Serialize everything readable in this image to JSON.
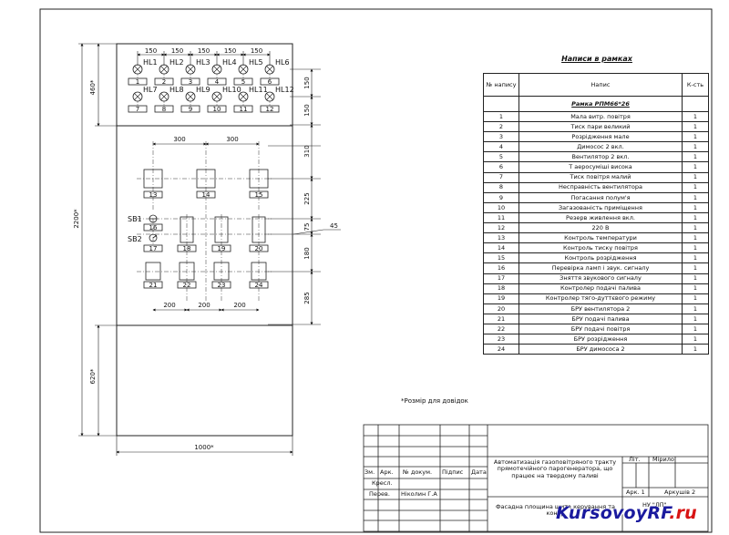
{
  "panel": {
    "dimensions": {
      "top_section": "460*",
      "bottom_section": "620*",
      "total_height": "2200*",
      "total_width": "1000*",
      "lamp_pitch": "150",
      "right_top_a": "150",
      "right_top_b": "150",
      "right_mid_a": "310",
      "right_mid_b": "225",
      "right_mid_c": "75",
      "right_mid_d": "180",
      "right_mid_e": "285",
      "button_offset": "45",
      "frame_pitch_top": "300",
      "frame_pitch_bottom": "200"
    },
    "lamps_row1": [
      "HL1",
      "HL2",
      "HL3",
      "HL4",
      "HL5",
      "HL6"
    ],
    "lamps_row2": [
      "HL7",
      "HL8",
      "HL9",
      "HL10",
      "HL11",
      "HL12"
    ],
    "frames_row1": [
      "1",
      "2",
      "3",
      "4",
      "5",
      "6"
    ],
    "frames_row2": [
      "7",
      "8",
      "9",
      "10",
      "11",
      "12"
    ],
    "devices_row1": [
      "13",
      "14",
      "15"
    ],
    "buttons": [
      "SB1",
      "SB2"
    ],
    "button_frames": [
      "16",
      "17"
    ],
    "devices_row2": [
      "18",
      "19",
      "20"
    ],
    "devices_row3": [
      "21",
      "22",
      "23",
      "24"
    ]
  },
  "labels_table": {
    "title": "Написи в рамках",
    "headers": [
      "№ напису",
      "Напис",
      "К-сть"
    ],
    "frame_name": "Рамка РПМ66*26",
    "rows": [
      {
        "n": "1",
        "text": "Мала витр. повітря",
        "qty": "1"
      },
      {
        "n": "2",
        "text": "Тиск пари великий",
        "qty": "1"
      },
      {
        "n": "3",
        "text": "Розрідження мале",
        "qty": "1"
      },
      {
        "n": "4",
        "text": "Димосос 2 вкл.",
        "qty": "1"
      },
      {
        "n": "5",
        "text": "Вентилятор 2 вкл.",
        "qty": "1"
      },
      {
        "n": "6",
        "text": "Т аеросуміші висока",
        "qty": "1"
      },
      {
        "n": "7",
        "text": "Тиск повітря малий",
        "qty": "1"
      },
      {
        "n": "8",
        "text": "Несправність вентилятора",
        "qty": "1"
      },
      {
        "n": "9",
        "text": "Погасання полум'я",
        "qty": "1"
      },
      {
        "n": "10",
        "text": "Загазованість приміщення",
        "qty": "1"
      },
      {
        "n": "11",
        "text": "Резерв живлення вкл.",
        "qty": "1"
      },
      {
        "n": "12",
        "text": "220 В",
        "qty": "1"
      },
      {
        "n": "13",
        "text": "Контроль температури",
        "qty": "1"
      },
      {
        "n": "14",
        "text": "Контроль тиску повітря",
        "qty": "1"
      },
      {
        "n": "15",
        "text": "Контроль розрідження",
        "qty": "1"
      },
      {
        "n": "16",
        "text": "Перевірка ламп і звук. сигналу",
        "qty": "1"
      },
      {
        "n": "17",
        "text": "Зняття звукового сигналу",
        "qty": "1"
      },
      {
        "n": "18",
        "text": "Контролер подачі палива",
        "qty": "1"
      },
      {
        "n": "19",
        "text": "Контролер тяго-дуттєвого режиму",
        "qty": "1"
      },
      {
        "n": "20",
        "text": "БРУ вентилятора 2",
        "qty": "1"
      },
      {
        "n": "21",
        "text": "БРУ подачі палива",
        "qty": "1"
      },
      {
        "n": "22",
        "text": "БРУ подачі повітря",
        "qty": "1"
      },
      {
        "n": "23",
        "text": "БРУ розрідження",
        "qty": "1"
      },
      {
        "n": "24",
        "text": "БРУ димососа 2",
        "qty": "1"
      }
    ]
  },
  "note": "*Розмір для довідок",
  "title_block": {
    "col_headers": [
      "Зм.",
      "Арк.",
      "№ докум.",
      "Підпис",
      "Дата"
    ],
    "role_drawn": "Кресл.",
    "role_checked": "Перев.",
    "author": "Ніколин Г.А",
    "project_title": "Автоматизація газоповітряного тракту прямотечійного парогенератора, що працює на твердому паливі",
    "drawing_title": "Фасадна площина щита керування та контр",
    "lit_label": "Літ.",
    "mass_label": "Мірило",
    "sheet_label": "Арк. 1",
    "sheets_label": "Аркушів 2",
    "org": "НУ \"ЛП\""
  },
  "watermark": {
    "main": "KursovoyRF",
    "accent": ".ru"
  }
}
